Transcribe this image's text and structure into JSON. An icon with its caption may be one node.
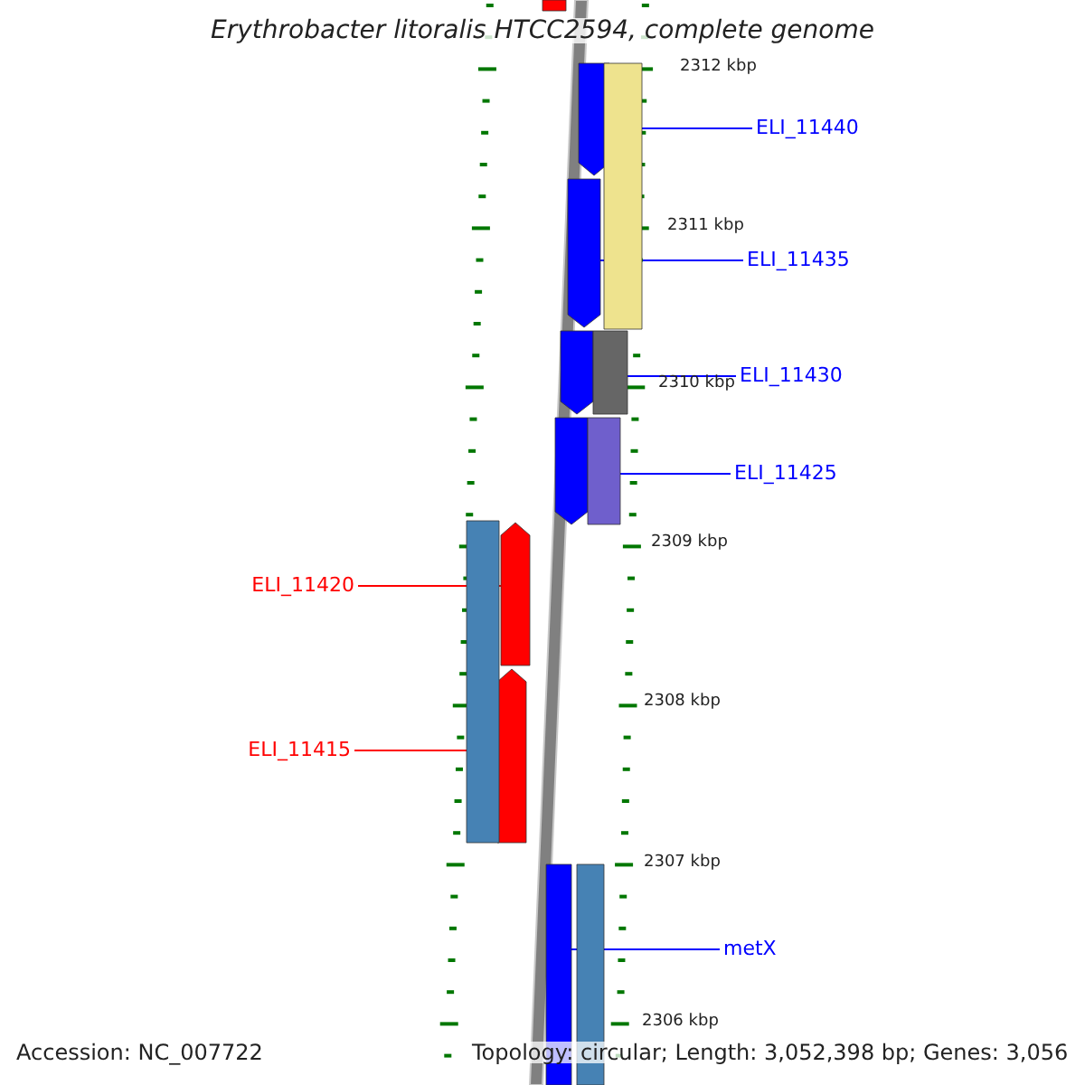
{
  "diagram": {
    "title": "Erythrobacter litoralis HTCC2594, complete genome",
    "nodes": [
      {
        "text": [
          "ELI_11440"
        ]
      },
      {
        "text": [
          "ELI_11435"
        ]
      },
      {
        "text": [
          "ELI_11430"
        ]
      },
      {
        "text": [
          "ELI_11425"
        ]
      },
      {
        "text": [
          "ELI_11420"
        ]
      },
      {
        "text": [
          "ELI_11415"
        ]
      },
      {
        "text": [
          "metX"
        ]
      },
      {
        "text": [],
        "shape": "bar"
      },
      {
        "text": [],
        "shape": "bar"
      },
      {
        "text": [],
        "shape": "bar"
      },
      {
        "text": [],
        "shape": "bar"
      },
      {
        "text": [],
        "shape": "bar"
      },
      {
        "text": [],
        "shape": "bar"
      },
      {
        "text": [],
        "shape": "bar"
      },
      {
        "text": [],
        "shape": "box"
      },
      {
        "text": [],
        "shape": "box"
      },
      {
        "text": [],
        "shape": "box"
      },
      {
        "text": [],
        "shape": "box"
      },
      {
        "text": [],
        "shape": "box"
      },
      {
        "text": [],
        "shape": "box"
      }
    ],
    "edges": [
      {
        "from": 0,
        "to": 7,
        "arrow": "none"
      },
      {
        "from": 1,
        "to": 8,
        "arrow": "none"
      },
      {
        "from": 2,
        "to": 9,
        "arrow": "none"
      },
      {
        "from": 3,
        "to": 10,
        "arrow": "none"
      },
      {
        "from": 4,
        "to": 12,
        "arrow": "none",
        "color": "#ff0000"
      },
      {
        "from": 5,
        "to": 13,
        "arrow": "none",
        "color": "#ff0000"
      },
      {
        "from": 6,
        "to": 11,
        "arrow": "none"
      }
    ],
    "labels": [
      "2312 kbp",
      "2311 kbp",
      "2310 kbp",
      "2309 kbp",
      "2308 kbp",
      "2307 kbp",
      "2306 kbp",
      "Accession: NC_007722",
      "Topology: circular; Length: 3,052,398 bp; Genes: 3,056"
    ]
  }
}
